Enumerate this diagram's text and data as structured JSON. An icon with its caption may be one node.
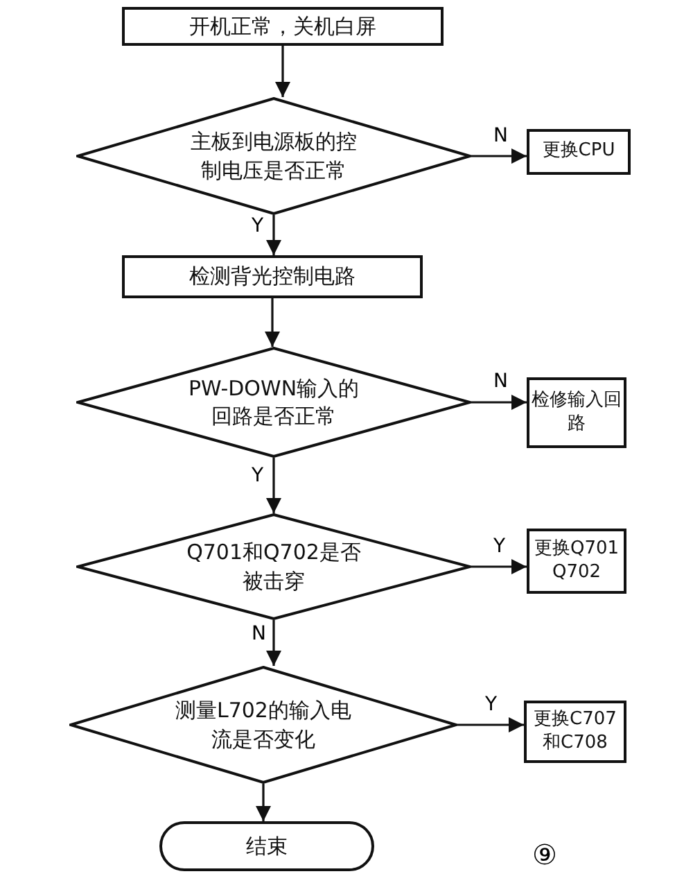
{
  "diagram": {
    "nodes": [
      {
        "text": [
          "开机正常，关机白屏"
        ]
      },
      {
        "text": [
          "主板到电源板的控制电压是否正常"
        ]
      },
      {
        "text": [
          "更换CPU"
        ]
      },
      {
        "text": [
          "检测背光控制电路"
        ]
      },
      {
        "text": [
          "PW-DOWN输入的回路是否正常"
        ]
      },
      {
        "text": [
          "检修输入回路"
        ]
      },
      {
        "text": [
          "Q701和Q702是否被击穿"
        ]
      },
      {
        "text": [
          "更换Q701 Q702"
        ]
      },
      {
        "text": [
          "测量L702的输入电流是否变化"
        ]
      },
      {
        "text": [
          "更换C707和C708"
        ]
      },
      {
        "text": [
          "结束"
        ]
      }
    ],
    "edges": [
      {
        "from": 0,
        "to": 1,
        "arrow": "to"
      },
      {
        "from": 1,
        "to": 2,
        "arrow": "to",
        "label": "N"
      },
      {
        "from": 1,
        "to": 3,
        "arrow": "to",
        "label": "Y"
      },
      {
        "from": 3,
        "to": 4,
        "arrow": "to"
      },
      {
        "from": 4,
        "to": 5,
        "arrow": "to",
        "label": "N"
      },
      {
        "from": 4,
        "to": 6,
        "arrow": "to",
        "label": "Y"
      },
      {
        "from": 6,
        "to": 7,
        "arrow": "to",
        "label": "Y"
      },
      {
        "from": 6,
        "to": 8,
        "arrow": "to",
        "label": "N"
      },
      {
        "from": 8,
        "to": 9,
        "arrow": "to",
        "label": "Y"
      },
      {
        "from": 8,
        "to": 10,
        "arrow": "to"
      }
    ],
    "labels": [
      "⑨"
    ]
  }
}
